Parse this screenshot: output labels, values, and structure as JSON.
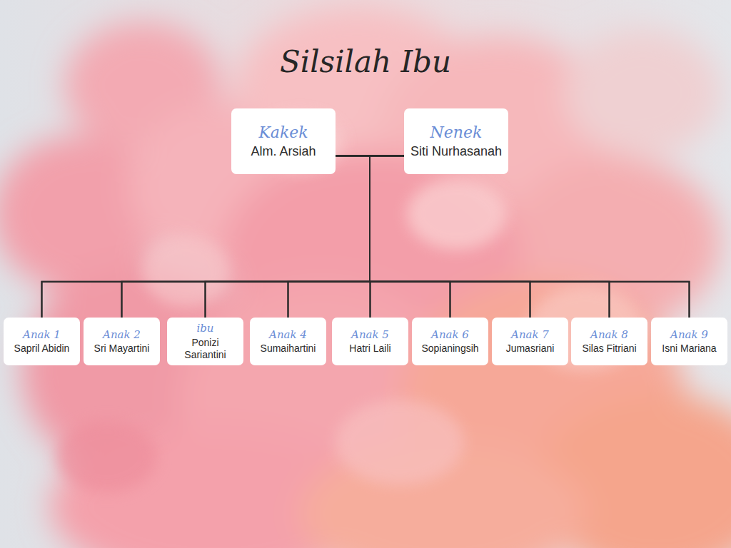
{
  "diagram": {
    "title": "Silsilah Ibu",
    "nodes": [
      {
        "text": [
          "Kakek",
          "Alm. Arsiah"
        ]
      },
      {
        "text": [
          "Nenek",
          "Siti Nurhasanah"
        ]
      },
      {
        "text": [
          "Anak 1",
          "Sapril Abidin"
        ]
      },
      {
        "text": [
          "Anak 2",
          "Sri Mayartini"
        ]
      },
      {
        "text": [
          "ibu",
          "Ponizi Sariantini"
        ]
      },
      {
        "text": [
          "Anak 4",
          "Sumaihartini"
        ]
      },
      {
        "text": [
          "Anak 5",
          "Hatri Laili"
        ]
      },
      {
        "text": [
          "Anak 6",
          "Sopianingsih"
        ]
      },
      {
        "text": [
          "Anak 7",
          "Jumasriani"
        ]
      },
      {
        "text": [
          "Anak 8",
          "Silas Fitriani"
        ]
      },
      {
        "text": [
          "Anak 9",
          "Isni Mariana"
        ]
      }
    ],
    "edges": [
      {
        "from": 0,
        "to": 2,
        "arrow": "none"
      },
      {
        "from": 1,
        "to": 2,
        "arrow": "none"
      },
      {
        "from": 0,
        "to": 3,
        "arrow": "none"
      },
      {
        "from": 1,
        "to": 3,
        "arrow": "none"
      },
      {
        "from": 0,
        "to": 4,
        "arrow": "none"
      },
      {
        "from": 1,
        "to": 4,
        "arrow": "none"
      },
      {
        "from": 0,
        "to": 5,
        "arrow": "none"
      },
      {
        "from": 1,
        "to": 5,
        "arrow": "none"
      },
      {
        "from": 0,
        "to": 6,
        "arrow": "none"
      },
      {
        "from": 1,
        "to": 6,
        "arrow": "none"
      },
      {
        "from": 0,
        "to": 7,
        "arrow": "none"
      },
      {
        "from": 1,
        "to": 7,
        "arrow": "none"
      },
      {
        "from": 0,
        "to": 8,
        "arrow": "none"
      },
      {
        "from": 1,
        "to": 8,
        "arrow": "none"
      },
      {
        "from": 0,
        "to": 9,
        "arrow": "none"
      },
      {
        "from": 1,
        "to": 9,
        "arrow": "none"
      },
      {
        "from": 0,
        "to": 10,
        "arrow": "none"
      },
      {
        "from": 1,
        "to": 10,
        "arrow": "none"
      }
    ]
  }
}
